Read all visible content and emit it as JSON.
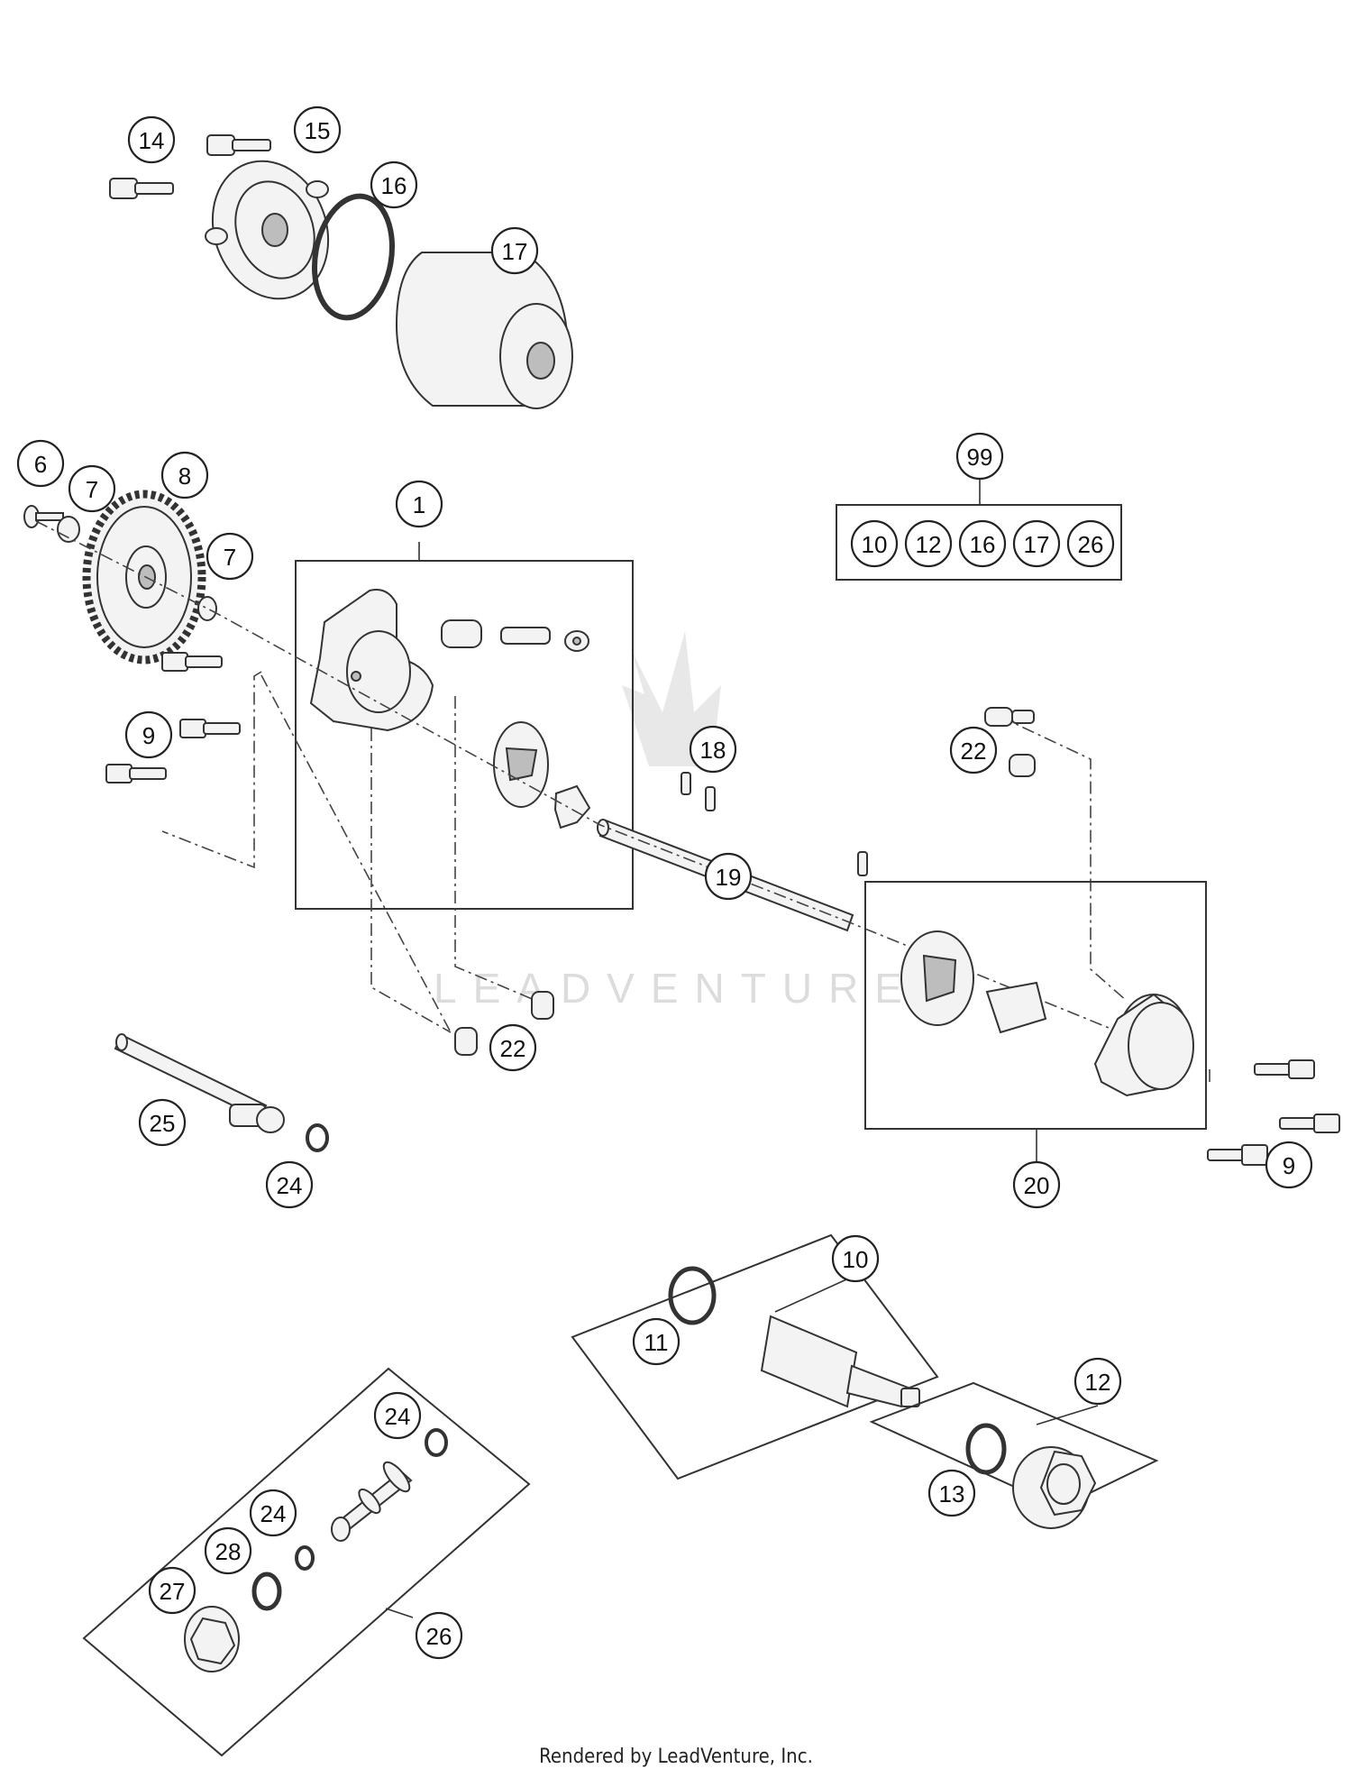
{
  "watermark": {
    "brand": "LEADVENTURE"
  },
  "footer": {
    "text": "Rendered by LeadVenture, Inc."
  },
  "kit_box": {
    "label": "99",
    "contents": [
      "10",
      "12",
      "16",
      "17",
      "26"
    ]
  },
  "callouts": [
    {
      "id": "c14",
      "label": "14"
    },
    {
      "id": "c15",
      "label": "15"
    },
    {
      "id": "c16",
      "label": "16"
    },
    {
      "id": "c17",
      "label": "17"
    },
    {
      "id": "c6",
      "label": "6"
    },
    {
      "id": "c7a",
      "label": "7"
    },
    {
      "id": "c8",
      "label": "8"
    },
    {
      "id": "c7b",
      "label": "7"
    },
    {
      "id": "c1",
      "label": "1"
    },
    {
      "id": "c9a",
      "label": "9"
    },
    {
      "id": "c18",
      "label": "18"
    },
    {
      "id": "c19",
      "label": "19"
    },
    {
      "id": "c22a",
      "label": "22"
    },
    {
      "id": "c22b",
      "label": "22"
    },
    {
      "id": "c25",
      "label": "25"
    },
    {
      "id": "c24a",
      "label": "24"
    },
    {
      "id": "c20",
      "label": "20"
    },
    {
      "id": "c9b",
      "label": "9"
    },
    {
      "id": "c10",
      "label": "10"
    },
    {
      "id": "c11",
      "label": "11"
    },
    {
      "id": "c12",
      "label": "12"
    },
    {
      "id": "c13",
      "label": "13"
    },
    {
      "id": "c24b",
      "label": "24"
    },
    {
      "id": "c24c",
      "label": "24"
    },
    {
      "id": "c28",
      "label": "28"
    },
    {
      "id": "c27",
      "label": "27"
    },
    {
      "id": "c26",
      "label": "26"
    }
  ]
}
